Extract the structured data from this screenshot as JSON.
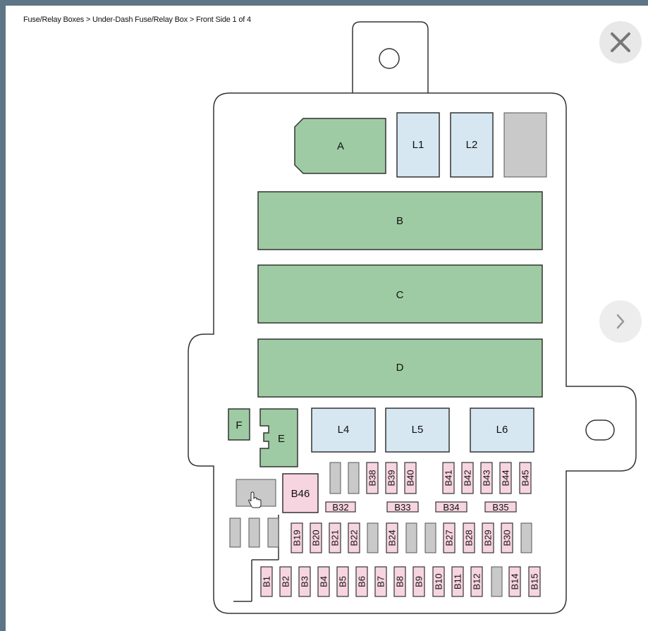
{
  "breadcrumb": "Fuse/Relay Boxes > Under-Dash Fuse/Relay Box > Front Side 1 of 4",
  "colors": {
    "relay": "#9ecba3",
    "large_fuse": "#d6e7f2",
    "fuse": "#f7d5e0",
    "empty": "#c9c9c9",
    "outline": "#333333"
  },
  "icons": {
    "close": "close-icon",
    "next": "chevron-right-icon",
    "cursor": "hand-pointer-icon"
  },
  "components": {
    "A": "A",
    "B": "B",
    "C": "C",
    "D": "D",
    "E": "E",
    "F": "F",
    "L1": "L1",
    "L2": "L2",
    "L4": "L4",
    "L5": "L5",
    "L6": "L6",
    "B46": "B46",
    "B32": "B32",
    "B33": "B33",
    "B34": "B34",
    "B35": "B35"
  },
  "fuses_row_top": [
    "B38",
    "B39",
    "B40",
    "B41",
    "B42",
    "B43",
    "B44",
    "B45"
  ],
  "fuses_row_mid": [
    "B19",
    "B20",
    "B21",
    "B22",
    "B24",
    "B27",
    "B28",
    "B29",
    "B30"
  ],
  "fuses_row_bottom": [
    "B1",
    "B2",
    "B3",
    "B4",
    "B5",
    "B6",
    "B7",
    "B8",
    "B9",
    "B10",
    "B11",
    "B12",
    "B14",
    "B15"
  ]
}
